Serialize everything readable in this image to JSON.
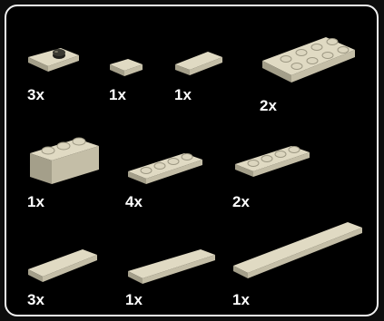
{
  "parts": [
    {
      "qty": "3x",
      "piece": "plate-1x2-single-stud"
    },
    {
      "qty": "1x",
      "piece": "tile-1x1"
    },
    {
      "qty": "1x",
      "piece": "tile-1x2"
    },
    {
      "qty": "2x",
      "piece": "plate-2x4"
    },
    {
      "qty": "1x",
      "piece": "brick-1x3"
    },
    {
      "qty": "4x",
      "piece": "plate-1x4"
    },
    {
      "qty": "2x",
      "piece": "plate-1x4"
    },
    {
      "qty": "3x",
      "piece": "tile-1x3"
    },
    {
      "qty": "1x",
      "piece": "tile-1x4"
    },
    {
      "qty": "1x",
      "piece": "tile-1x6"
    }
  ],
  "colors": {
    "brick": "#cfc9b2",
    "brick_shade": "#9d9883",
    "stud": "#dcd6bf",
    "highlight": "#e9e4cf",
    "dark_stud": "#1e1e1a",
    "border": "#f2f2f2",
    "background": "#000000"
  }
}
